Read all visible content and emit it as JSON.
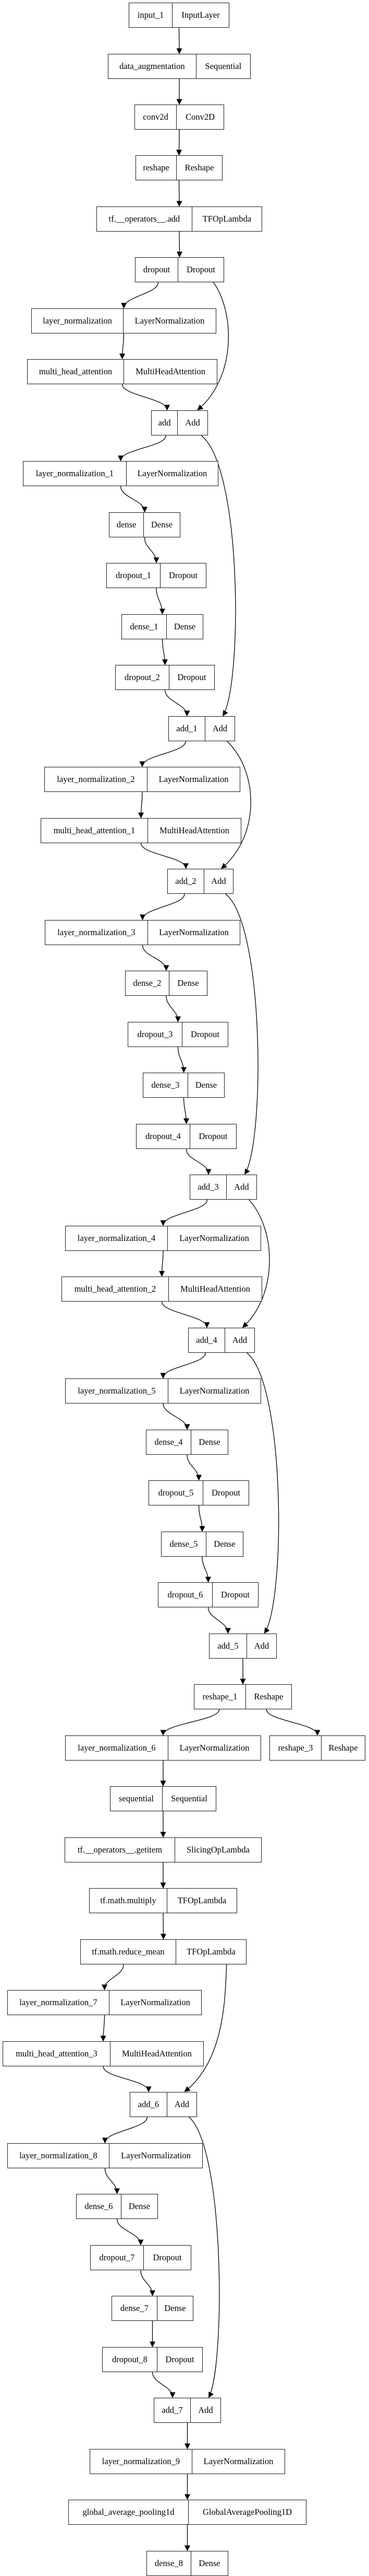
{
  "diagram": {
    "kind": "keras-model-plot",
    "background_color": "#ffffff",
    "node_fill_color": "#ffffff",
    "node_border_color": "#1a1a1a",
    "edge_color": "#000000",
    "text_color": "#000000",
    "nodes": [
      {
        "name": "input_1",
        "type": "InputLayer"
      },
      {
        "name": "data_augmentation",
        "type": "Sequential"
      },
      {
        "name": "conv2d",
        "type": "Conv2D"
      },
      {
        "name": "reshape",
        "type": "Reshape"
      },
      {
        "name": "tf.__operators__.add",
        "type": "TFOpLambda"
      },
      {
        "name": "dropout",
        "type": "Dropout"
      },
      {
        "name": "layer_normalization",
        "type": "LayerNormalization"
      },
      {
        "name": "multi_head_attention",
        "type": "MultiHeadAttention"
      },
      {
        "name": "add",
        "type": "Add"
      },
      {
        "name": "layer_normalization_1",
        "type": "LayerNormalization"
      },
      {
        "name": "dense",
        "type": "Dense"
      },
      {
        "name": "dropout_1",
        "type": "Dropout"
      },
      {
        "name": "dense_1",
        "type": "Dense"
      },
      {
        "name": "dropout_2",
        "type": "Dropout"
      },
      {
        "name": "add_1",
        "type": "Add"
      },
      {
        "name": "layer_normalization_2",
        "type": "LayerNormalization"
      },
      {
        "name": "multi_head_attention_1",
        "type": "MultiHeadAttention"
      },
      {
        "name": "add_2",
        "type": "Add"
      },
      {
        "name": "layer_normalization_3",
        "type": "LayerNormalization"
      },
      {
        "name": "dense_2",
        "type": "Dense"
      },
      {
        "name": "dropout_3",
        "type": "Dropout"
      },
      {
        "name": "dense_3",
        "type": "Dense"
      },
      {
        "name": "dropout_4",
        "type": "Dropout"
      },
      {
        "name": "add_3",
        "type": "Add"
      },
      {
        "name": "layer_normalization_4",
        "type": "LayerNormalization"
      },
      {
        "name": "multi_head_attention_2",
        "type": "MultiHeadAttention"
      },
      {
        "name": "add_4",
        "type": "Add"
      },
      {
        "name": "layer_normalization_5",
        "type": "LayerNormalization"
      },
      {
        "name": "dense_4",
        "type": "Dense"
      },
      {
        "name": "dropout_5",
        "type": "Dropout"
      },
      {
        "name": "dense_5",
        "type": "Dense"
      },
      {
        "name": "dropout_6",
        "type": "Dropout"
      },
      {
        "name": "add_5",
        "type": "Add"
      },
      {
        "name": "reshape_1",
        "type": "Reshape"
      },
      {
        "name": "layer_normalization_6",
        "type": "LayerNormalization"
      },
      {
        "name": "reshape_3",
        "type": "Reshape"
      },
      {
        "name": "sequential",
        "type": "Sequential"
      },
      {
        "name": "tf.__operators__.getitem",
        "type": "SlicingOpLambda"
      },
      {
        "name": "tf.math.multiply",
        "type": "TFOpLambda"
      },
      {
        "name": "tf.math.reduce_mean",
        "type": "TFOpLambda"
      },
      {
        "name": "layer_normalization_7",
        "type": "LayerNormalization"
      },
      {
        "name": "multi_head_attention_3",
        "type": "MultiHeadAttention"
      },
      {
        "name": "add_6",
        "type": "Add"
      },
      {
        "name": "layer_normalization_8",
        "type": "LayerNormalization"
      },
      {
        "name": "dense_6",
        "type": "Dense"
      },
      {
        "name": "dropout_7",
        "type": "Dropout"
      },
      {
        "name": "dense_7",
        "type": "Dense"
      },
      {
        "name": "dropout_8",
        "type": "Dropout"
      },
      {
        "name": "add_7",
        "type": "Add"
      },
      {
        "name": "layer_normalization_9",
        "type": "LayerNormalization"
      },
      {
        "name": "global_average_pooling1d",
        "type": "GlobalAveragePooling1D"
      },
      {
        "name": "dense_8",
        "type": "Dense"
      }
    ],
    "edges": [
      {
        "from": "input_1",
        "to": "data_augmentation"
      },
      {
        "from": "data_augmentation",
        "to": "conv2d"
      },
      {
        "from": "conv2d",
        "to": "reshape"
      },
      {
        "from": "reshape",
        "to": "tf.__operators__.add"
      },
      {
        "from": "tf.__operators__.add",
        "to": "dropout"
      },
      {
        "from": "dropout",
        "to": "layer_normalization"
      },
      {
        "from": "dropout",
        "to": "add"
      },
      {
        "from": "layer_normalization",
        "to": "multi_head_attention"
      },
      {
        "from": "multi_head_attention",
        "to": "add"
      },
      {
        "from": "add",
        "to": "layer_normalization_1"
      },
      {
        "from": "add",
        "to": "add_1"
      },
      {
        "from": "layer_normalization_1",
        "to": "dense"
      },
      {
        "from": "dense",
        "to": "dropout_1"
      },
      {
        "from": "dropout_1",
        "to": "dense_1"
      },
      {
        "from": "dense_1",
        "to": "dropout_2"
      },
      {
        "from": "dropout_2",
        "to": "add_1"
      },
      {
        "from": "add_1",
        "to": "layer_normalization_2"
      },
      {
        "from": "add_1",
        "to": "add_2"
      },
      {
        "from": "layer_normalization_2",
        "to": "multi_head_attention_1"
      },
      {
        "from": "multi_head_attention_1",
        "to": "add_2"
      },
      {
        "from": "add_2",
        "to": "layer_normalization_3"
      },
      {
        "from": "add_2",
        "to": "add_3"
      },
      {
        "from": "layer_normalization_3",
        "to": "dense_2"
      },
      {
        "from": "dense_2",
        "to": "dropout_3"
      },
      {
        "from": "dropout_3",
        "to": "dense_3"
      },
      {
        "from": "dense_3",
        "to": "dropout_4"
      },
      {
        "from": "dropout_4",
        "to": "add_3"
      },
      {
        "from": "add_3",
        "to": "layer_normalization_4"
      },
      {
        "from": "add_3",
        "to": "add_4"
      },
      {
        "from": "layer_normalization_4",
        "to": "multi_head_attention_2"
      },
      {
        "from": "multi_head_attention_2",
        "to": "add_4"
      },
      {
        "from": "add_4",
        "to": "layer_normalization_5"
      },
      {
        "from": "add_4",
        "to": "add_5"
      },
      {
        "from": "layer_normalization_5",
        "to": "dense_4"
      },
      {
        "from": "dense_4",
        "to": "dropout_5"
      },
      {
        "from": "dropout_5",
        "to": "dense_5"
      },
      {
        "from": "dense_5",
        "to": "dropout_6"
      },
      {
        "from": "dropout_6",
        "to": "add_5"
      },
      {
        "from": "add_5",
        "to": "reshape_1"
      },
      {
        "from": "reshape_1",
        "to": "layer_normalization_6"
      },
      {
        "from": "reshape_1",
        "to": "reshape_3"
      },
      {
        "from": "layer_normalization_6",
        "to": "sequential"
      },
      {
        "from": "sequential",
        "to": "tf.__operators__.getitem"
      },
      {
        "from": "tf.__operators__.getitem",
        "to": "tf.math.multiply"
      },
      {
        "from": "tf.math.multiply",
        "to": "tf.math.reduce_mean"
      },
      {
        "from": "tf.math.reduce_mean",
        "to": "layer_normalization_7"
      },
      {
        "from": "tf.math.reduce_mean",
        "to": "add_6"
      },
      {
        "from": "layer_normalization_7",
        "to": "multi_head_attention_3"
      },
      {
        "from": "multi_head_attention_3",
        "to": "add_6"
      },
      {
        "from": "add_6",
        "to": "layer_normalization_8"
      },
      {
        "from": "add_6",
        "to": "add_7"
      },
      {
        "from": "layer_normalization_8",
        "to": "dense_6"
      },
      {
        "from": "dense_6",
        "to": "dropout_7"
      },
      {
        "from": "dropout_7",
        "to": "dense_7"
      },
      {
        "from": "dense_7",
        "to": "dropout_8"
      },
      {
        "from": "dropout_8",
        "to": "add_7"
      },
      {
        "from": "add_7",
        "to": "layer_normalization_9"
      },
      {
        "from": "layer_normalization_9",
        "to": "global_average_pooling1d"
      },
      {
        "from": "global_average_pooling1d",
        "to": "dense_8"
      }
    ]
  }
}
